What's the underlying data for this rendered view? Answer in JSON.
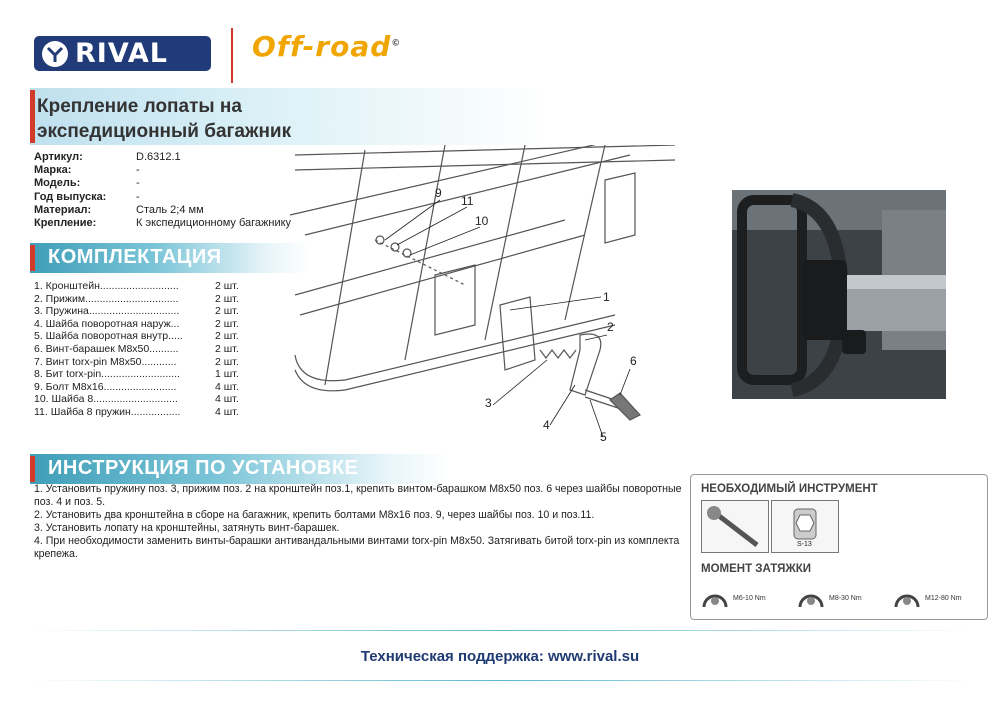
{
  "brand": {
    "name": "RIVAL",
    "sub": "Off-road",
    "reg": "©"
  },
  "title": {
    "line1": "Крепление лопаты на",
    "line2": "экспедиционный багажник"
  },
  "spec": [
    {
      "label": "Артикул:",
      "value": "D.6312.1"
    },
    {
      "label": "Марка:",
      "value": "-"
    },
    {
      "label": "Модель:",
      "value": "-"
    },
    {
      "label": "Год выпуска:",
      "value": "-"
    },
    {
      "label": "Материал:",
      "value": "Сталь 2;4 мм"
    },
    {
      "label": "Крепление:",
      "value": "К экспедиционному багажнику"
    }
  ],
  "kit_heading": "КОМПЛЕКТАЦИЯ",
  "parts": [
    {
      "name": "1. Кронштейн...........................",
      "qty": "2 шт."
    },
    {
      "name": "2. Прижим................................",
      "qty": "2 шт."
    },
    {
      "name": "3. Пружина...............................",
      "qty": "2 шт."
    },
    {
      "name": "4. Шайба поворотная наруж...",
      "qty": "2 шт."
    },
    {
      "name": "5. Шайба поворотная внутр.....",
      "qty": "2 шт."
    },
    {
      "name": "6. Винт-барашек М8х50..........",
      "qty": "2 шт."
    },
    {
      "name": "7. Винт torx-pin М8х50............",
      "qty": "2 шт."
    },
    {
      "name": "8. Бит torx-pin...........................",
      "qty": "1 шт."
    },
    {
      "name": "9. Болт М8х16.........................",
      "qty": "4 шт."
    },
    {
      "name": "10. Шайба 8.............................",
      "qty": "4 шт."
    },
    {
      "name": "11. Шайба 8 пружин.................",
      "qty": "4 шт."
    }
  ],
  "instr_heading": "ИНСТРУКЦИЯ ПО УСТАНОВКЕ",
  "instructions": [
    "1. Установить пружину поз. 3, прижим поз. 2 на кронштейн поз.1, крепить винтом-барашком М8х50 поз. 6 через шайбы поворотные поз. 4 и поз. 5.",
    "2. Установить два кронштейна в сборе на багажник, крепить болтами М8х16 поз. 9, через шайбы поз. 10 и поз.11.",
    "3. Установить лопату на кронштейны, затянуть винт-барашек.",
    "4. При необходимости заменить винты-барашки антивандальными винтами torx-pin М8х50. Затягивать битой torx-pin из комплекта крепежа."
  ],
  "tools": {
    "title": "НЕОБХОДИМЫЙ ИНСТРУМЕНТ",
    "socket_label": "S-13",
    "torque_title": "МОМЕНТ ЗАТЯЖКИ",
    "torque": [
      "M6-10 Nm",
      "M8-30 Nm",
      "M12-80 Nm"
    ]
  },
  "callouts": [
    "9",
    "11",
    "10",
    "1",
    "2",
    "6",
    "3",
    "4",
    "5"
  ],
  "footer": "Техническая поддержка: www.rival.su",
  "colors": {
    "navy": "#213a78",
    "accent_red": "#d23a2a",
    "orange": "#f0a500",
    "teal": "#3f9eb8"
  }
}
